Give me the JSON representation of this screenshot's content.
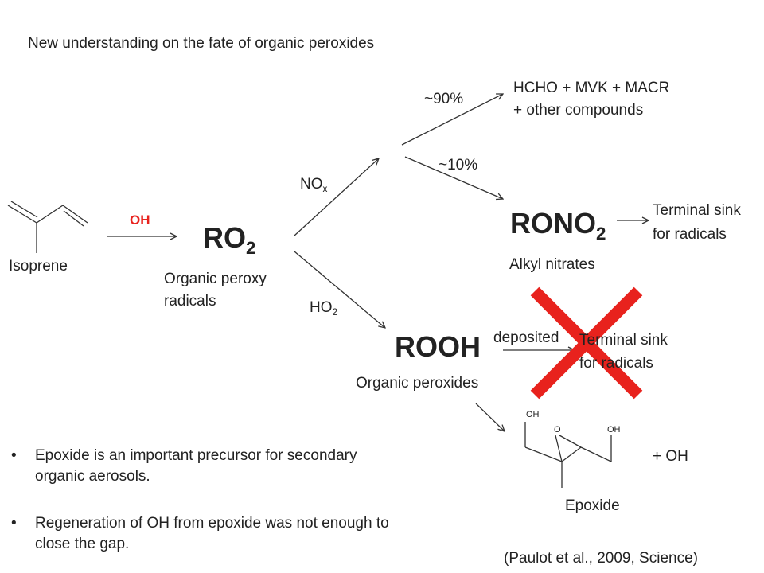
{
  "title": "New understanding on the fate of organic peroxides",
  "isoprene": {
    "label": "Isoprene"
  },
  "oh_reagent": "OH",
  "ro2": {
    "main": "RO",
    "sub": "2",
    "description_line1": "Organic peroxy",
    "description_line2": "radicals"
  },
  "nox": {
    "main": "NO",
    "sub": "x"
  },
  "ho2": {
    "main": "HO",
    "sub": "2"
  },
  "branch_90": "~90%",
  "branch_10": "~10%",
  "products": {
    "line1": "HCHO + MVK + MACR",
    "line2": "+ other compounds"
  },
  "rono2": {
    "main": "RONO",
    "sub": "2",
    "description": "Alkyl nitrates"
  },
  "sink1": {
    "line1": "Terminal sink",
    "line2": "for radicals"
  },
  "rooh": {
    "main": "ROOH",
    "description": "Organic peroxides"
  },
  "deposited": "deposited",
  "sink2": {
    "line1": "Terminal sink",
    "line2": "for radicals"
  },
  "epoxide": {
    "label": "Epoxide",
    "atom_oh1": "OH",
    "atom_o": "O",
    "atom_oh2": "OH"
  },
  "plus_oh": "+ OH",
  "bullets": [
    {
      "line1": "Epoxide is an important precursor for secondary",
      "line2": "organic aerosols."
    },
    {
      "line1": "Regeneration of OH from epoxide was not enough to",
      "line2": "close the gap."
    }
  ],
  "citation": "(Paulot et al., 2009, Science)",
  "colors": {
    "cross": "#e8221d",
    "oh": "#e8221d",
    "text": "#222222"
  }
}
